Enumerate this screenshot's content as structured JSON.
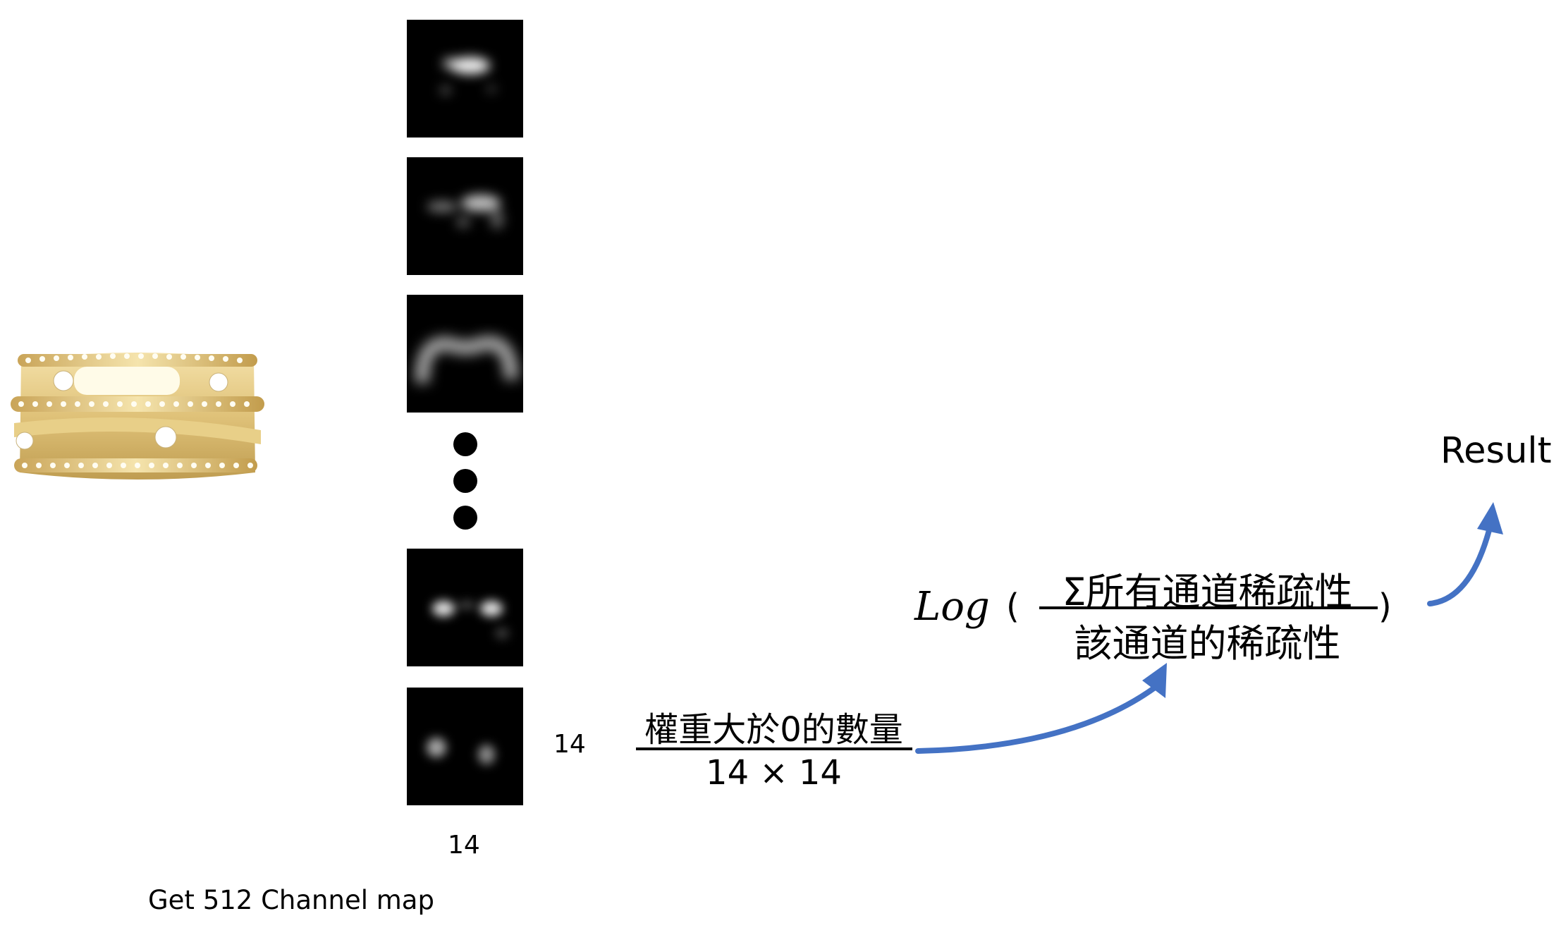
{
  "diagram": {
    "channel_map_caption": "Get 512 Channel map",
    "dim_height_label": "14",
    "dim_width_label": "14",
    "first_fraction": {
      "numerator": "權重大於0的數量",
      "denominator": "14 × 14"
    },
    "log_expression": {
      "log_label": "Log",
      "open_paren": "(",
      "close_paren": ")",
      "numerator": "Σ所有通道稀疏性",
      "denominator": "該通道的稀疏性"
    },
    "result_label": "Result",
    "feature_maps_visible": 5,
    "ellipsis_dots": 3,
    "arrow_color": "#4472C4",
    "icons": {
      "input_image": "gold-diamond-ring-image",
      "feature_map": "feature-map-thumbnail",
      "ellipsis": "vertical-ellipsis-dots",
      "arrow": "curved-arrow"
    }
  }
}
